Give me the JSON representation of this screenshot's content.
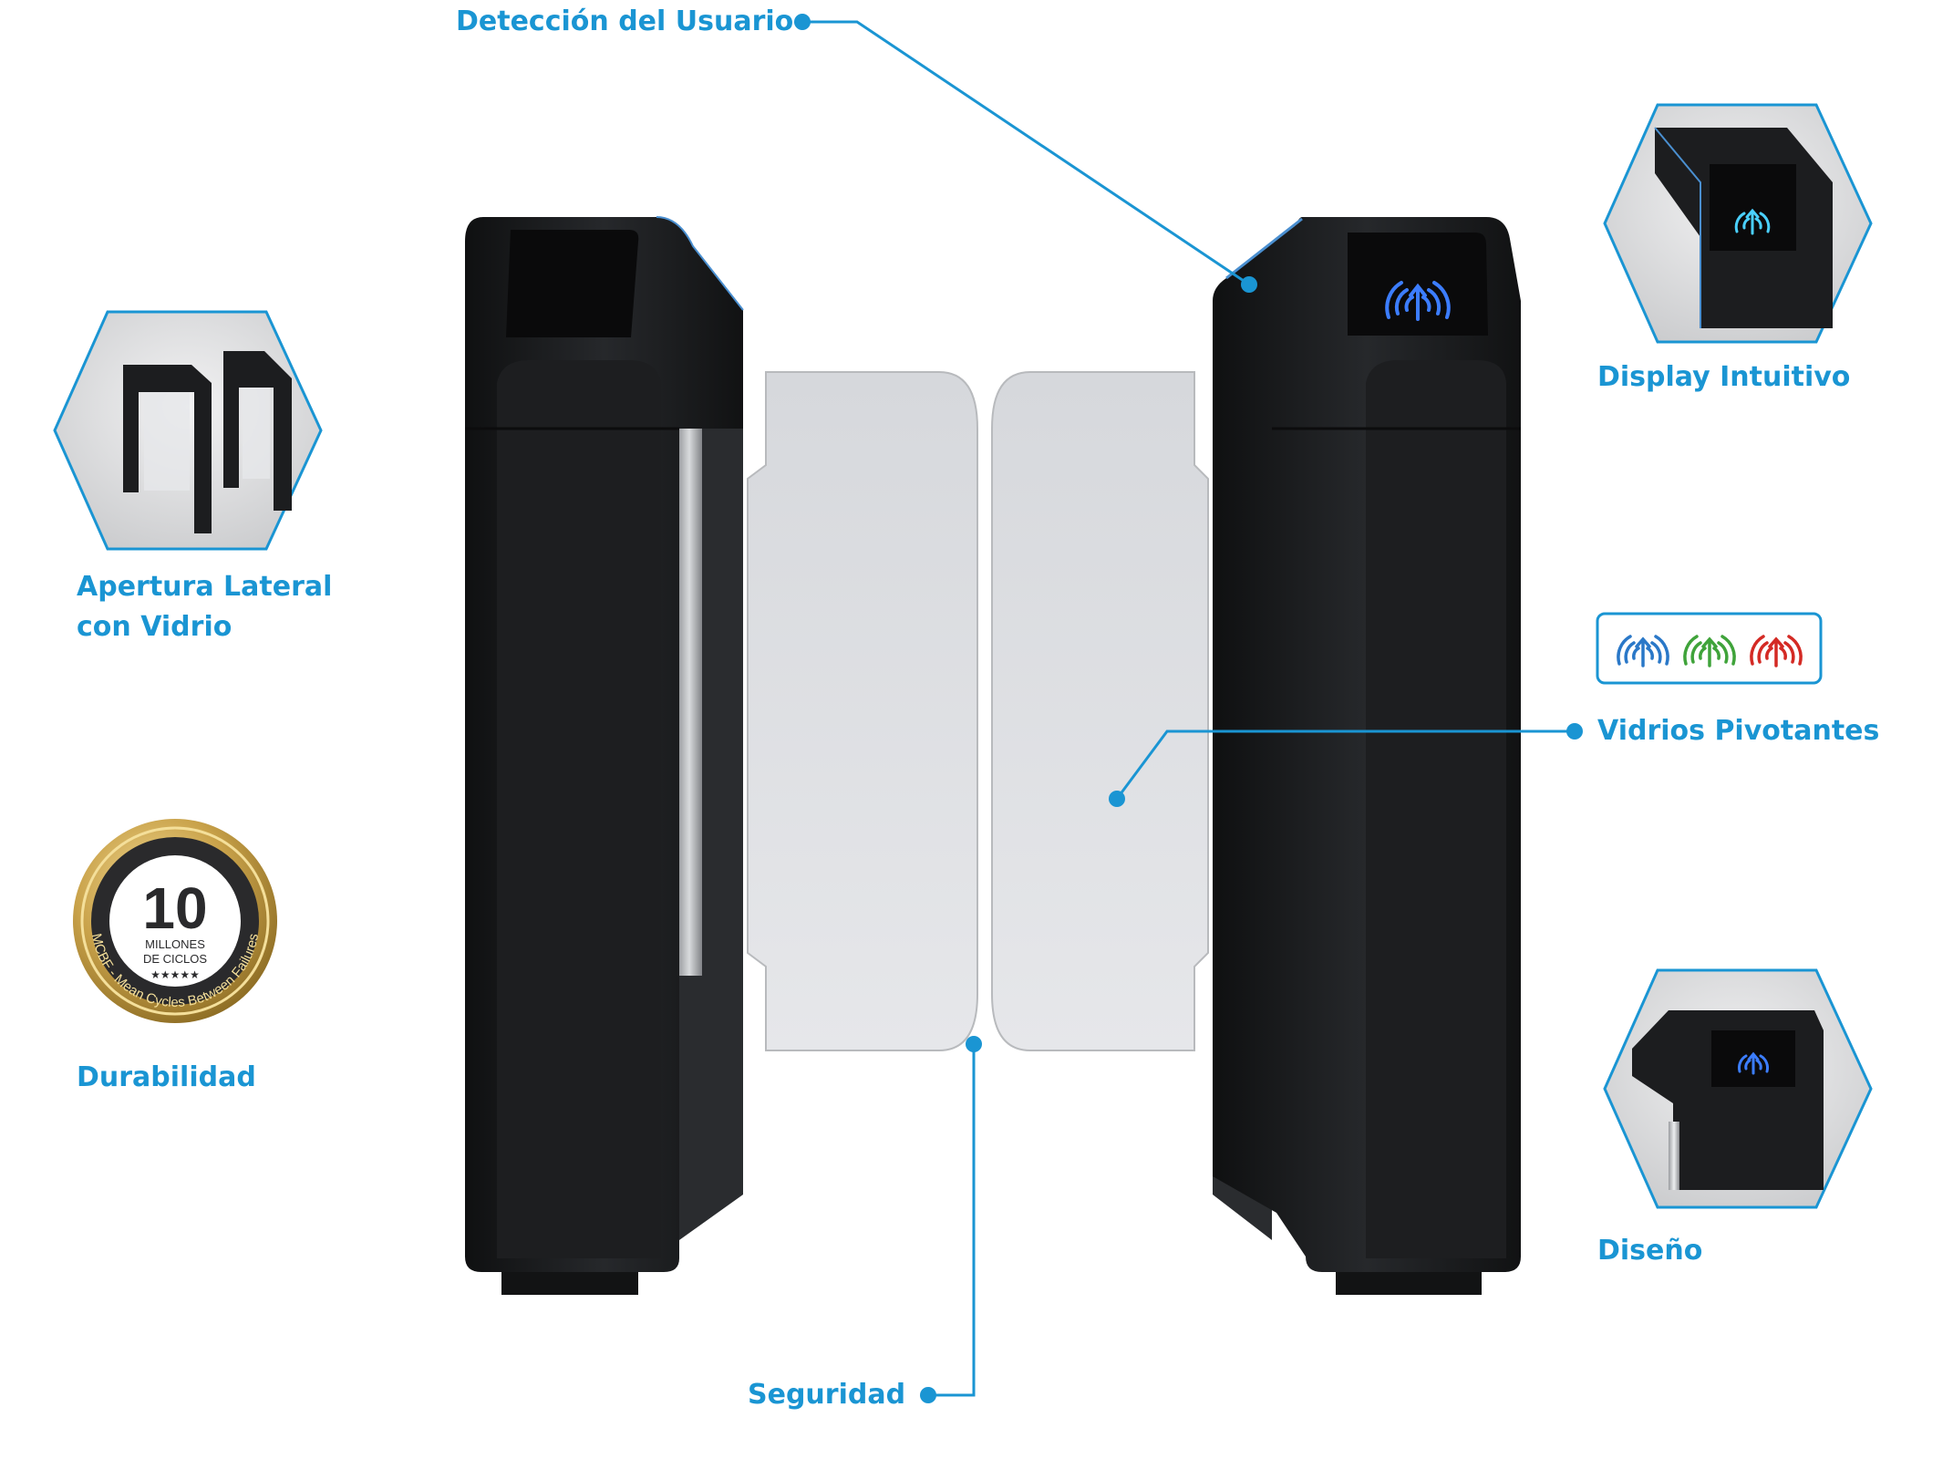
{
  "labels": {
    "deteccion": "Detección del Usuario",
    "display": "Display Intuitivo",
    "apertura_line1": "Apertura Lateral",
    "apertura_line2": "con Vidrio",
    "vidrios": "Vidrios Pivotantes",
    "durabilidad": "Durabilidad",
    "diseno": "Diseño",
    "seguridad": "Seguridad"
  },
  "badge": {
    "number": "10",
    "line1": "MILLONES",
    "line2": "DE CICLOS",
    "stars": "★★★★★",
    "arc_text": "MCBF - Mean Cycles Between Failures"
  },
  "colors": {
    "accent": "#1a95d3",
    "cabinet": "#1b1c1e",
    "glass": "#dcdee2",
    "gold": "#c9a24a",
    "status_blue": "#2a78c8",
    "status_green": "#3fa33a",
    "status_red": "#d42a24"
  },
  "icons": {
    "status_blue": "wave-arrow-icon",
    "status_green": "wave-arrow-icon",
    "status_red": "wave-arrow-icon"
  }
}
